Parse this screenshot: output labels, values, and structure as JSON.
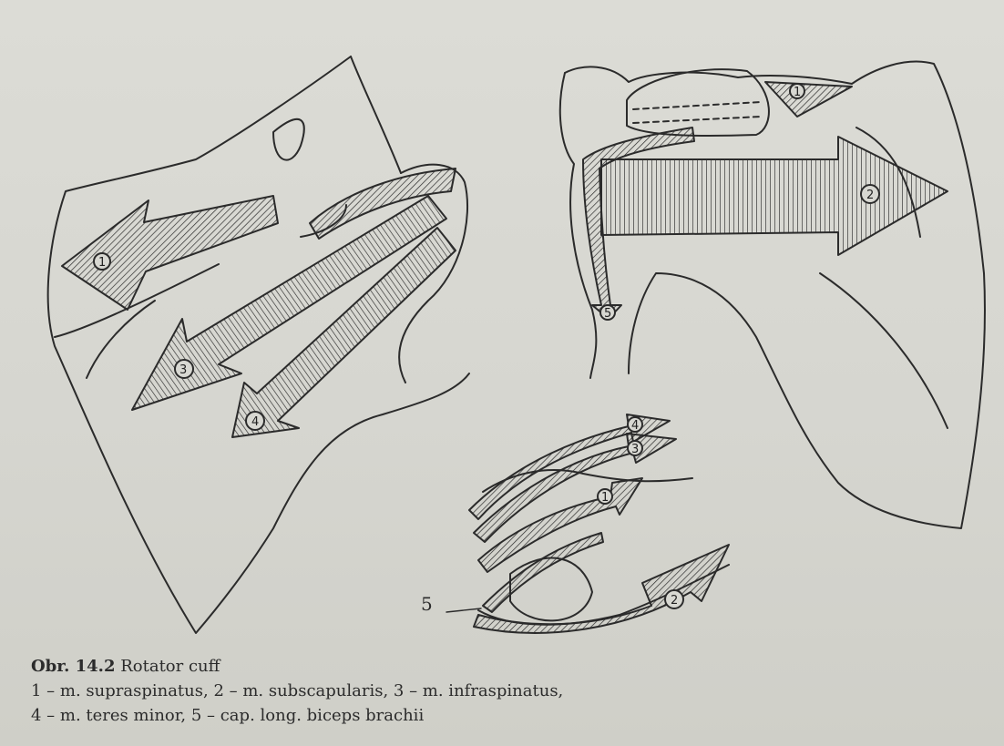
{
  "caption": {
    "figure_label": "Obr. 14.2",
    "title": "Rotator cuff",
    "legend_line_1": "1 – m. supraspinatus, 2 – m. subscapularis, 3 – m. infraspinatus,",
    "legend_line_2": "4 – m. teres minor, 5 – cap. long. biceps brachii"
  },
  "labels": {
    "left_view": [
      "1",
      "3",
      "4"
    ],
    "right_view": [
      "1",
      "2",
      "5"
    ],
    "bottom_view": [
      "4",
      "3",
      "1",
      "2"
    ],
    "pointer_label": "5"
  },
  "colors": {
    "ink": "#2b2b2b",
    "paper": "#d8d8d2"
  }
}
